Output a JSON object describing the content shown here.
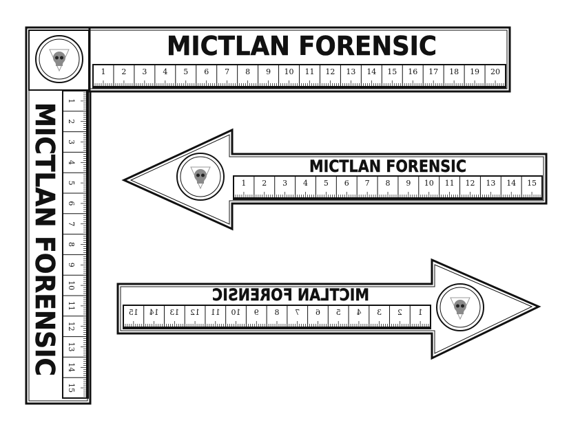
{
  "brand": "MICTLAN FORENSIC",
  "colors": {
    "ink": "#111111",
    "paper": "#ffffff",
    "logo": "#777777"
  },
  "icons": {
    "logo": "skull-icon"
  },
  "rulers": {
    "l_top": {
      "numbers": [
        "1",
        "2",
        "3",
        "4",
        "5",
        "6",
        "7",
        "8",
        "9",
        "10",
        "11",
        "12",
        "13",
        "14",
        "15",
        "16",
        "17",
        "18",
        "19",
        "20"
      ]
    },
    "l_side": {
      "numbers": [
        "1",
        "2",
        "3",
        "4",
        "5",
        "6",
        "7",
        "8",
        "9",
        "10",
        "11",
        "12",
        "13",
        "14",
        "15"
      ]
    },
    "arrow_left": {
      "numbers": [
        "1",
        "2",
        "3",
        "4",
        "5",
        "6",
        "7",
        "8",
        "9",
        "10",
        "11",
        "12",
        "13",
        "14",
        "15"
      ]
    },
    "arrow_right": {
      "numbers": [
        "15",
        "14",
        "13",
        "12",
        "11",
        "10",
        "9",
        "8",
        "7",
        "6",
        "5",
        "4",
        "3",
        "2",
        "1"
      ]
    }
  }
}
